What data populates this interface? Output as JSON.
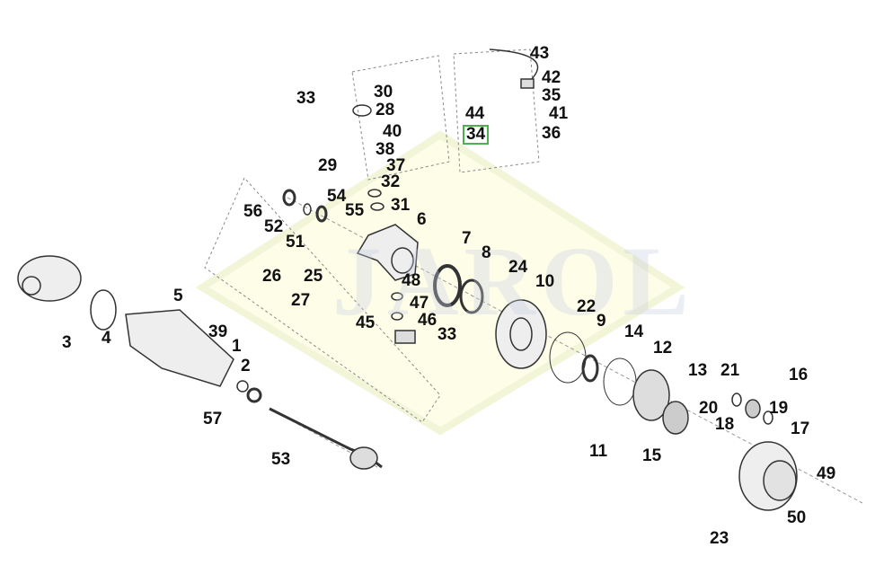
{
  "watermark": "JAROL",
  "highlighted_callout": "34",
  "colors": {
    "highlight": "#4caf50",
    "watermark_fill": "#fdfde8"
  },
  "callouts": [
    "43",
    "42",
    "35",
    "44",
    "41",
    "34",
    "36",
    "33",
    "30",
    "28",
    "40",
    "38",
    "37",
    "29",
    "32",
    "31",
    "6",
    "56",
    "54",
    "55",
    "52",
    "51",
    "7",
    "8",
    "24",
    "10",
    "26",
    "25",
    "27",
    "48",
    "47",
    "45",
    "46",
    "33",
    "22",
    "9",
    "14",
    "12",
    "13",
    "21",
    "16",
    "20",
    "19",
    "18",
    "17",
    "11",
    "15",
    "49",
    "50",
    "23",
    "5",
    "3",
    "4",
    "39",
    "1",
    "2",
    "57",
    "53"
  ]
}
